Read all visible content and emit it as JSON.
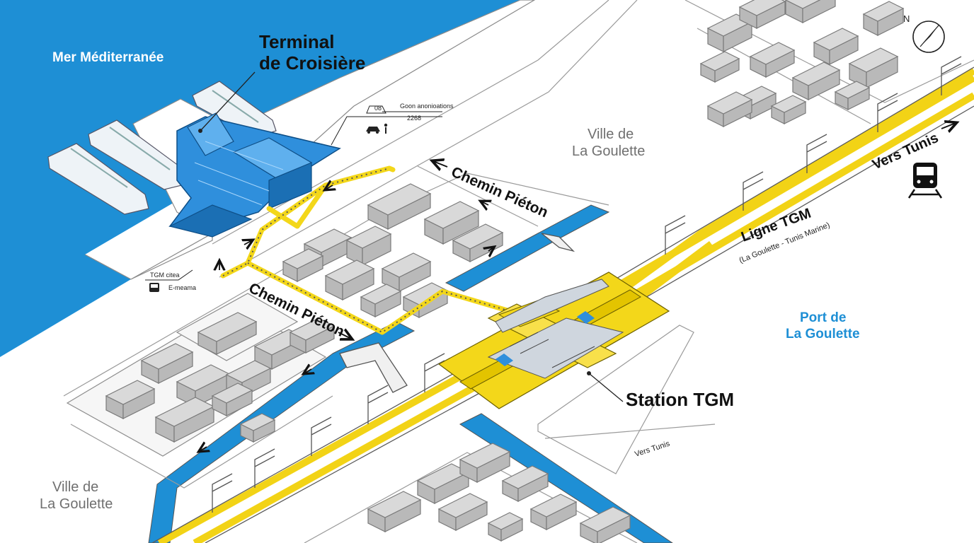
{
  "map": {
    "labels": {
      "sea": "Mer Méditerranée",
      "terminal_line1": "Terminal",
      "terminal_line2": "de Croisière",
      "town_top_line1": "Ville de",
      "town_top_line2": "La Goulette",
      "town_bottom_line1": "Ville de",
      "town_bottom_line2": "La Goulette",
      "path_top": "Chemin Piéton",
      "path_bottom": "Chemin Piéton",
      "rail_line": "Ligne TGM",
      "rail_line_sub": "(La Goulette - Tunis Marine)",
      "toward_tunis": "Vers Tunis",
      "toward_tunis_small": "Vers Tunis",
      "port_line1": "Port de",
      "port_line2": "La Goulette",
      "station": "Station TGM",
      "info_code": "08",
      "info_title": "Goon anonioations",
      "info_number": "2268",
      "bus_title": "TGM citea",
      "bus_sub": "E-meama",
      "compass_letter": "N"
    },
    "icons": [
      "compass-icon",
      "train-icon",
      "car-icon",
      "person-icon",
      "bus-icon",
      "ship-icon"
    ],
    "colors": {
      "sea": "#1e8fd5",
      "rail": "#f2d316",
      "walkway": "#f3d71a",
      "terminal": "#2f8fdc",
      "buildings": "#d9d9d9"
    }
  }
}
